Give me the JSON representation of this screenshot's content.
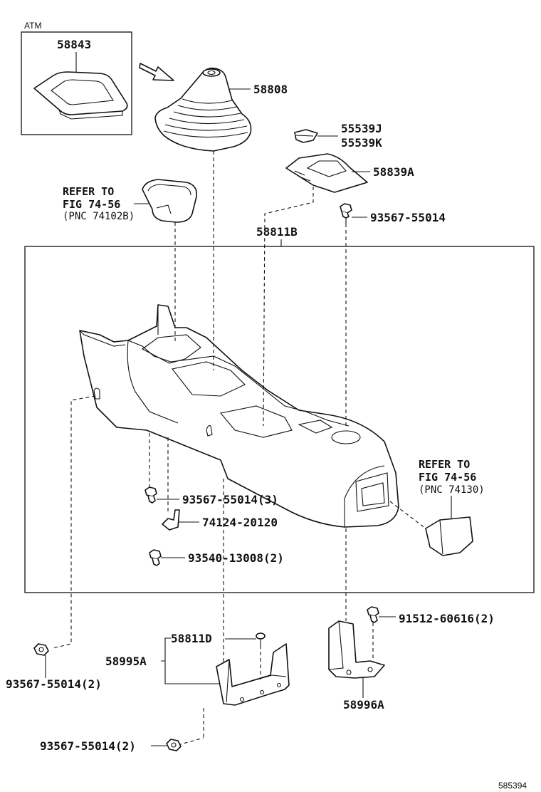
{
  "diagram": {
    "atm_label": "ATM",
    "labels": {
      "p58843": "58843",
      "p58808": "58808",
      "p55539J": "55539J",
      "p55539K": "55539K",
      "p58839A": "58839A",
      "refer1_line1": "REFER TO",
      "refer1_line2": "FIG 74-56",
      "refer1_line3": "(PNC 74102B)",
      "p93567_top": "93567-55014",
      "p58811B": "58811B",
      "refer2_line1": "REFER TO",
      "refer2_line2": "FIG 74-56",
      "refer2_line3": "(PNC 74130)",
      "p93567_3": "93567-55014(3)",
      "p74124": "74124-20120",
      "p93540": "93540-13008(2)",
      "p91512": "91512-60616(2)",
      "p58811D": "58811D",
      "p58995A": "58995A",
      "p58996A": "58996A",
      "p93567_left": "93567-55014(2)",
      "p93567_bottom": "93567-55014(2)"
    },
    "figure_number": "585394"
  }
}
